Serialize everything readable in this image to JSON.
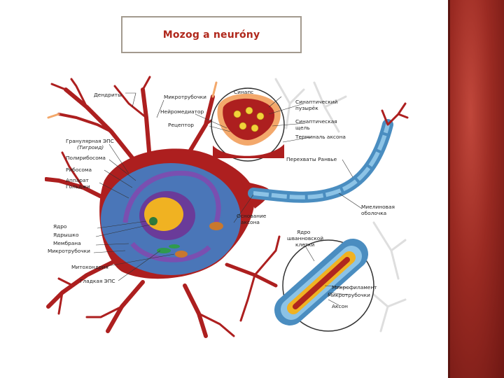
{
  "slide": {
    "title": "Mozog a neuróny"
  },
  "diagram": {
    "labels": {
      "dendrites": "Дендриты",
      "microtubules_top": "Микротрубочки",
      "neurotransmitter": "Нейромедиатор",
      "receptor": "Рецептор",
      "rough_er": "Гранулярная ЭПС",
      "rough_er_sub": "(Тигроид)",
      "polyribosome": "Полирибосома",
      "ribosome": "Рибосома",
      "golgi_1": "Аппарат",
      "golgi_2": "Гольджи",
      "nucleus": "Ядро",
      "nucleolus": "Ядрышко",
      "membrane": "Мембрана",
      "microtubules_left": "Микротрубочки",
      "mitochondria": "Митохондрия",
      "smooth_er": "Гладкая ЭПС",
      "synapse": "Синапс",
      "synaptic_vesicle_1": "Синаптический",
      "synaptic_vesicle_2": "пузырёк",
      "synaptic_cleft_1": "Синаптическая",
      "synaptic_cleft_2": "щель",
      "axon_terminal": "Терминаль аксона",
      "ranvier_nodes": "Перехваты Ранвье",
      "myelin_1": "Миелиновая",
      "myelin_2": "оболочка",
      "axon_hillock_1": "Основание",
      "axon_hillock_2": "аксона",
      "schwann_1": "Ядро",
      "schwann_2": "шванновской",
      "schwann_3": "клетки",
      "microfilament": "Микрофиламент",
      "microtubules_bottom": "Микротрубочки",
      "axon": "Аксон"
    },
    "colors": {
      "neuron_body": "#ad1f1f",
      "dendrite_tips": "#f3a86b",
      "nucleus": "#6a3b99",
      "myelin": "#4a8dc0",
      "cytoplasm": "#4a76b8"
    }
  }
}
